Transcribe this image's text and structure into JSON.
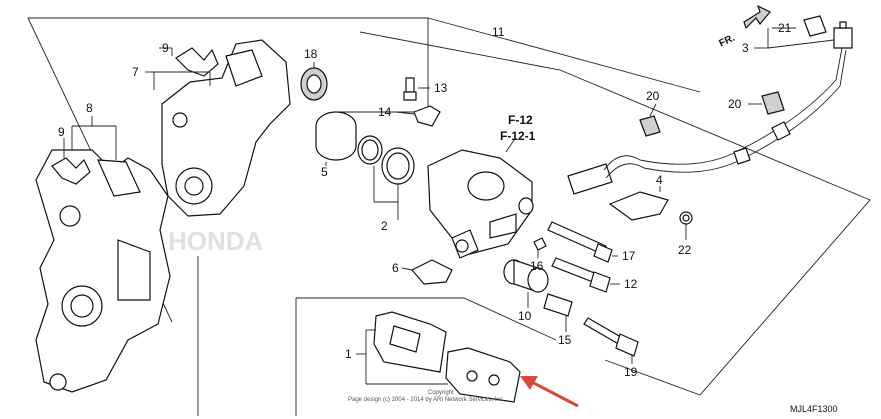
{
  "diagram": {
    "callouts": [
      {
        "id": "c1",
        "text": "1"
      },
      {
        "id": "c2",
        "text": "2"
      },
      {
        "id": "c3",
        "text": "3"
      },
      {
        "id": "c4",
        "text": "4"
      },
      {
        "id": "c5",
        "text": "5"
      },
      {
        "id": "c6",
        "text": "6"
      },
      {
        "id": "c7",
        "text": "7"
      },
      {
        "id": "c8",
        "text": "8"
      },
      {
        "id": "c9a",
        "text": "9"
      },
      {
        "id": "c9b",
        "text": "9"
      },
      {
        "id": "c10",
        "text": "10"
      },
      {
        "id": "c11",
        "text": "11"
      },
      {
        "id": "c12",
        "text": "12"
      },
      {
        "id": "c13",
        "text": "13"
      },
      {
        "id": "c14",
        "text": "14"
      },
      {
        "id": "c15",
        "text": "15"
      },
      {
        "id": "c16",
        "text": "16"
      },
      {
        "id": "c17",
        "text": "17"
      },
      {
        "id": "c18",
        "text": "18"
      },
      {
        "id": "c19",
        "text": "19"
      },
      {
        "id": "c20a",
        "text": "20"
      },
      {
        "id": "c20b",
        "text": "20"
      },
      {
        "id": "c21",
        "text": "21"
      },
      {
        "id": "c22",
        "text": "22"
      }
    ],
    "refs": [
      "F-12",
      "F-12-1"
    ],
    "front_marker": "FR.",
    "copyright": [
      "Copyright",
      "Page design (c) 2004 - 2014 by ARI Network Services, Inc."
    ],
    "diagram_code": "MJL4F1300",
    "watermark": "HONDA",
    "arrow_color": "#d94a3a",
    "line_color": "#111111"
  }
}
